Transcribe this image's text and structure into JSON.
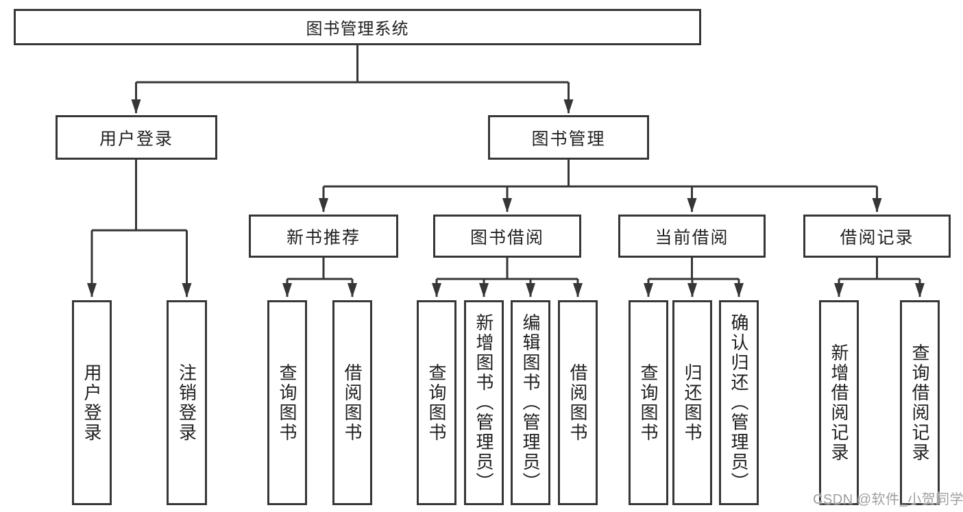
{
  "diagram": {
    "root": {
      "label": "图书管理系统"
    },
    "level2": [
      {
        "label": "用户登录"
      },
      {
        "label": "图书管理"
      }
    ],
    "level3": [
      {
        "label": "新书推荐"
      },
      {
        "label": "图书借阅"
      },
      {
        "label": "当前借阅"
      },
      {
        "label": "借阅记录"
      }
    ],
    "leaves": {
      "user_login": [
        {
          "label": "用户登录"
        },
        {
          "label": "注销登录"
        }
      ],
      "new_book_recommend": [
        {
          "label": "查询图书"
        },
        {
          "label": "借阅图书"
        }
      ],
      "book_borrow": [
        {
          "label": "查询图书"
        },
        {
          "label": "新增图书（管理员）"
        },
        {
          "label": "编辑图书（管理员）"
        },
        {
          "label": "借阅图书"
        }
      ],
      "current_borrow": [
        {
          "label": "查询图书"
        },
        {
          "label": "归还图书"
        },
        {
          "label": "确认归还（管理员）"
        }
      ],
      "borrow_record": [
        {
          "label": "新增借阅记录"
        },
        {
          "label": "查询借阅记录"
        }
      ]
    }
  },
  "watermark": {
    "text": "CSDN @软件_小贺同学"
  },
  "colors": {
    "line": "#363636",
    "box_border": "#363636",
    "box_fill": "#ffffff",
    "text": "#1f1f1f",
    "watermark": "#9f9f9f",
    "background": "#ffffff"
  }
}
